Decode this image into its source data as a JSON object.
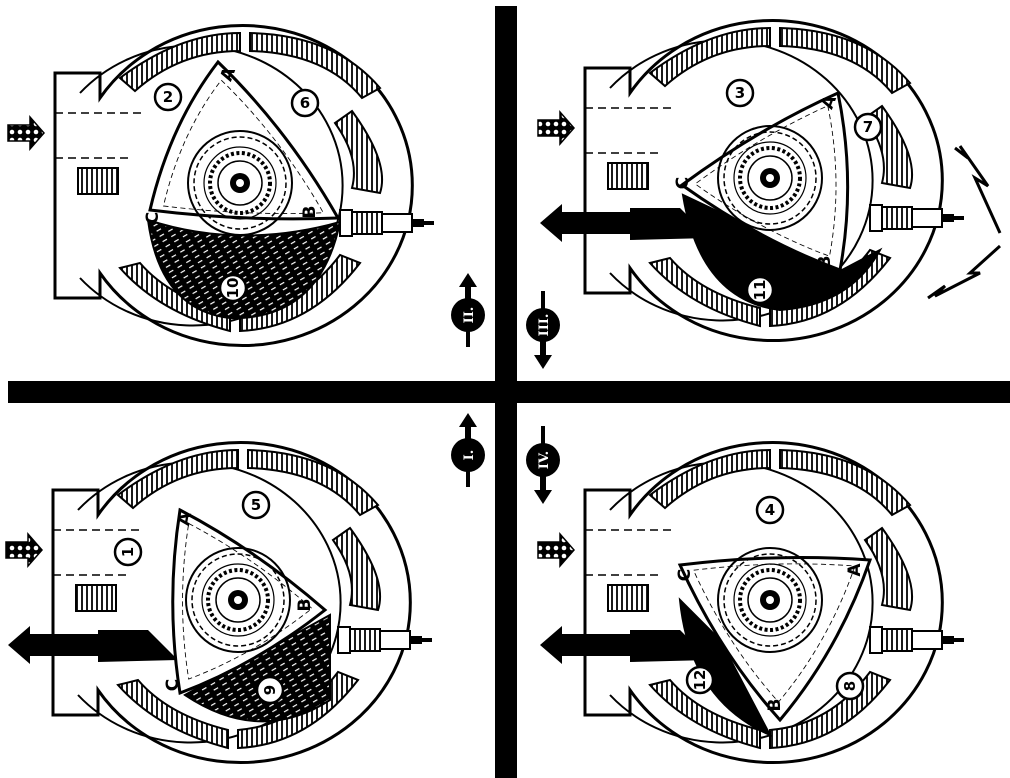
{
  "quadrants": [
    {
      "id": "top-left",
      "vertex_labels": [
        "A",
        "B",
        "C"
      ],
      "chamber_numbers": [
        "2",
        "6",
        "10"
      ],
      "exhaust_arrow": false
    },
    {
      "id": "top-right",
      "vertex_labels": [
        "A",
        "B",
        "C"
      ],
      "chamber_numbers": [
        "3",
        "7",
        "11"
      ],
      "exhaust_arrow": true,
      "spark": true
    },
    {
      "id": "bottom-left",
      "vertex_labels": [
        "A",
        "B",
        "C"
      ],
      "chamber_numbers": [
        "1",
        "5",
        "9"
      ],
      "exhaust_arrow": true
    },
    {
      "id": "bottom-right",
      "vertex_labels": [
        "A",
        "B",
        "C"
      ],
      "chamber_numbers": [
        "4",
        "8",
        "12"
      ],
      "exhaust_arrow": true
    }
  ],
  "phase_markers": [
    {
      "label": "II.",
      "direction": "up"
    },
    {
      "label": "III.",
      "direction": "down"
    },
    {
      "label": "I.",
      "direction": "up"
    },
    {
      "label": "IV.",
      "direction": "down"
    }
  ],
  "colors": {
    "ink": "#000000",
    "paper": "#ffffff"
  }
}
